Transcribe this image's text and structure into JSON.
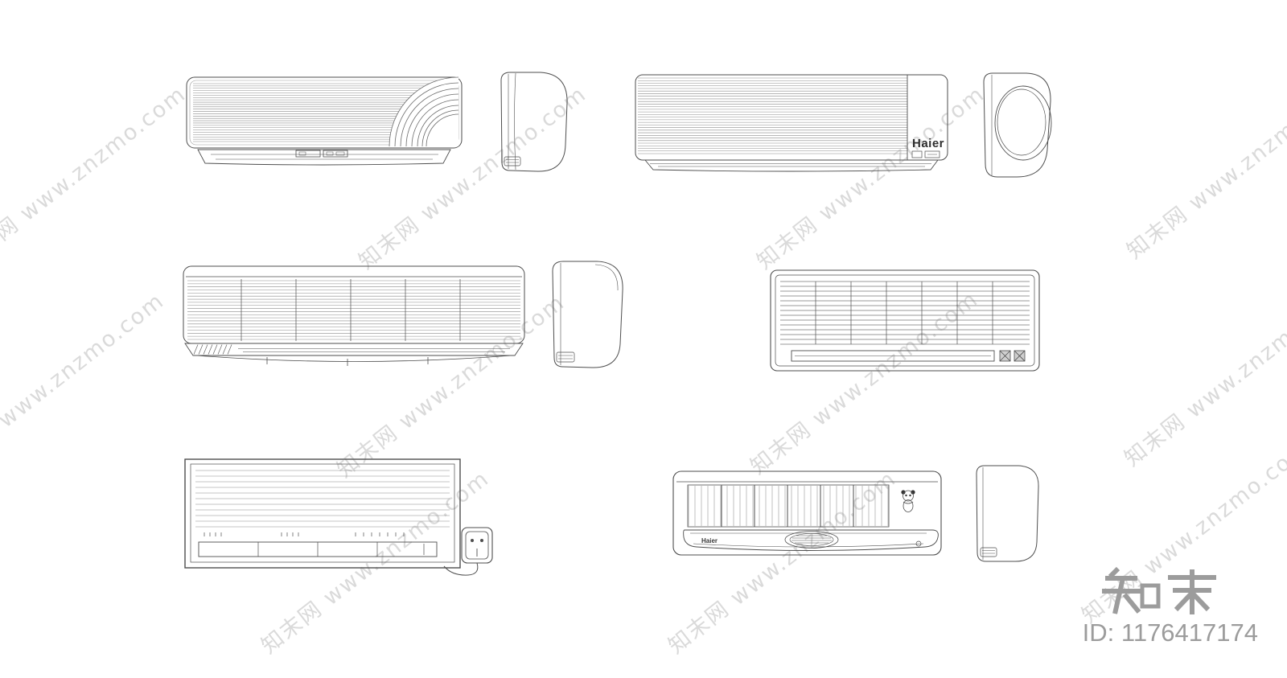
{
  "document": {
    "background": "#ffffff",
    "line_color": "#4e4e4e"
  },
  "watermark": {
    "text": "知末网 www.znzmo.com",
    "color": "#dadada"
  },
  "branding": {
    "logo_text": "知末",
    "asset_id": "ID: 1176417174",
    "color": "#9c9c9c"
  },
  "units": {
    "top_left_front": {
      "label": "wall-mounted air conditioner front view"
    },
    "top_left_side": {
      "label": "air conditioner side view"
    },
    "top_right_front": {
      "brand": "Haier",
      "label": "Haier wall-mounted air conditioner front view"
    },
    "top_right_side": {
      "label": "air conditioner side view with round vent"
    },
    "middle_left_front": {
      "label": "curved-front wall air conditioner"
    },
    "middle_left_side": {
      "label": "air conditioner side view"
    },
    "middle_right_front": {
      "label": "louvered wall air conditioner"
    },
    "bottom_left_front": {
      "label": "wall air conditioner with power plug"
    },
    "bottom_right_front": {
      "brand": "Haier",
      "label": "Haier panda wall air conditioner"
    },
    "bottom_right_side": {
      "label": "air conditioner side view"
    }
  }
}
